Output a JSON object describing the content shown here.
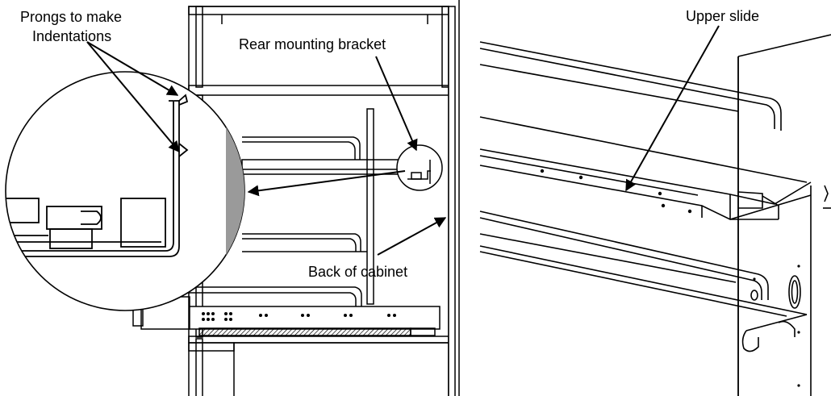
{
  "labels": {
    "prongs_line1": "Prongs to make",
    "prongs_line2": "Indentations",
    "rear_bracket": "Rear mounting bracket",
    "back_of_cabinet": "Back of cabinet",
    "upper_slide": "Upper slide"
  },
  "colors": {
    "line": "#000000",
    "shading": "#9a9a9a",
    "background": "#ffffff"
  }
}
